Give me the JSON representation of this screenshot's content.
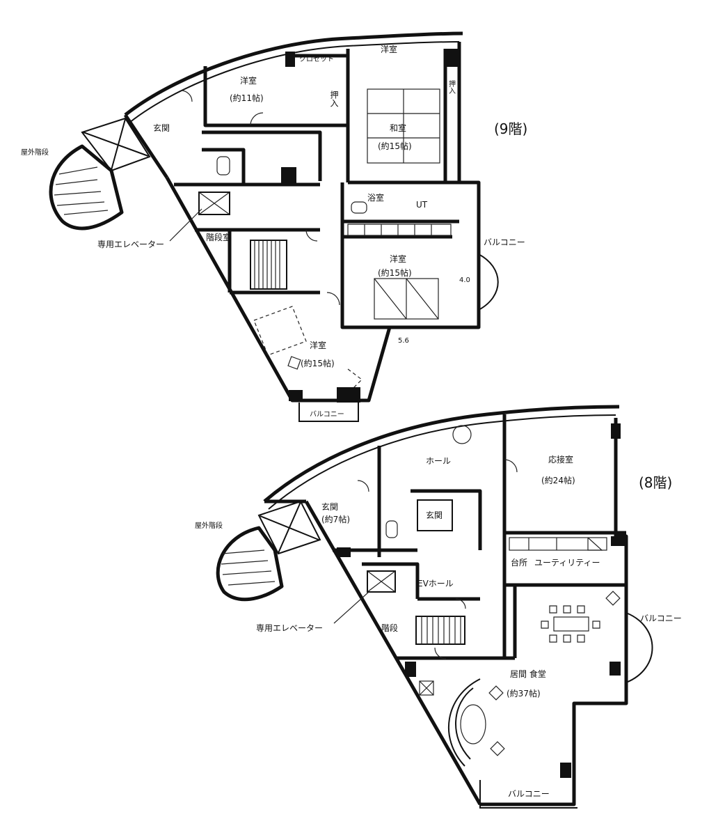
{
  "floor9": {
    "floor_label": "(9階)",
    "rooms": {
      "closet": "クロゼット",
      "western_top": "洋室",
      "western_1": "洋室",
      "western_1_area": "(約11帖)",
      "oshiire": "押入",
      "oshiire_side": "押入",
      "japanese": "和室",
      "japanese_area": "(約15帖)",
      "genkan": "玄関",
      "outdoor_stairs": "屋外階段",
      "bath": "浴室",
      "ut": "UT",
      "elevator": "専用エレベーター",
      "stairs": "階段室",
      "western_2": "洋室",
      "western_2_area": "(約15帖)",
      "balcony_right": "バルコニー",
      "western_3": "洋室",
      "western_3_area": "(約15帖)",
      "balcony_bottom": "バルコニー"
    },
    "dims": {
      "d1": "4.0",
      "d2": "5.6"
    }
  },
  "floor8": {
    "floor_label": "(8階)",
    "rooms": {
      "hall": "ホール",
      "reception": "応接室",
      "reception_area": "(約24帖)",
      "genkan": "玄関",
      "genkan_area": "(約7帖)",
      "genkan_box": "玄関",
      "outdoor_stairs": "屋外階段",
      "kitchen": "台所",
      "utility": "ユーティリティー",
      "ev_hall": "EVホール",
      "balcony_right": "バルコニー",
      "elevator": "専用エレベーター",
      "stairs": "階段",
      "living": "居間 食堂",
      "living_area": "(約37帖)",
      "balcony_bottom": "バルコニー"
    }
  }
}
